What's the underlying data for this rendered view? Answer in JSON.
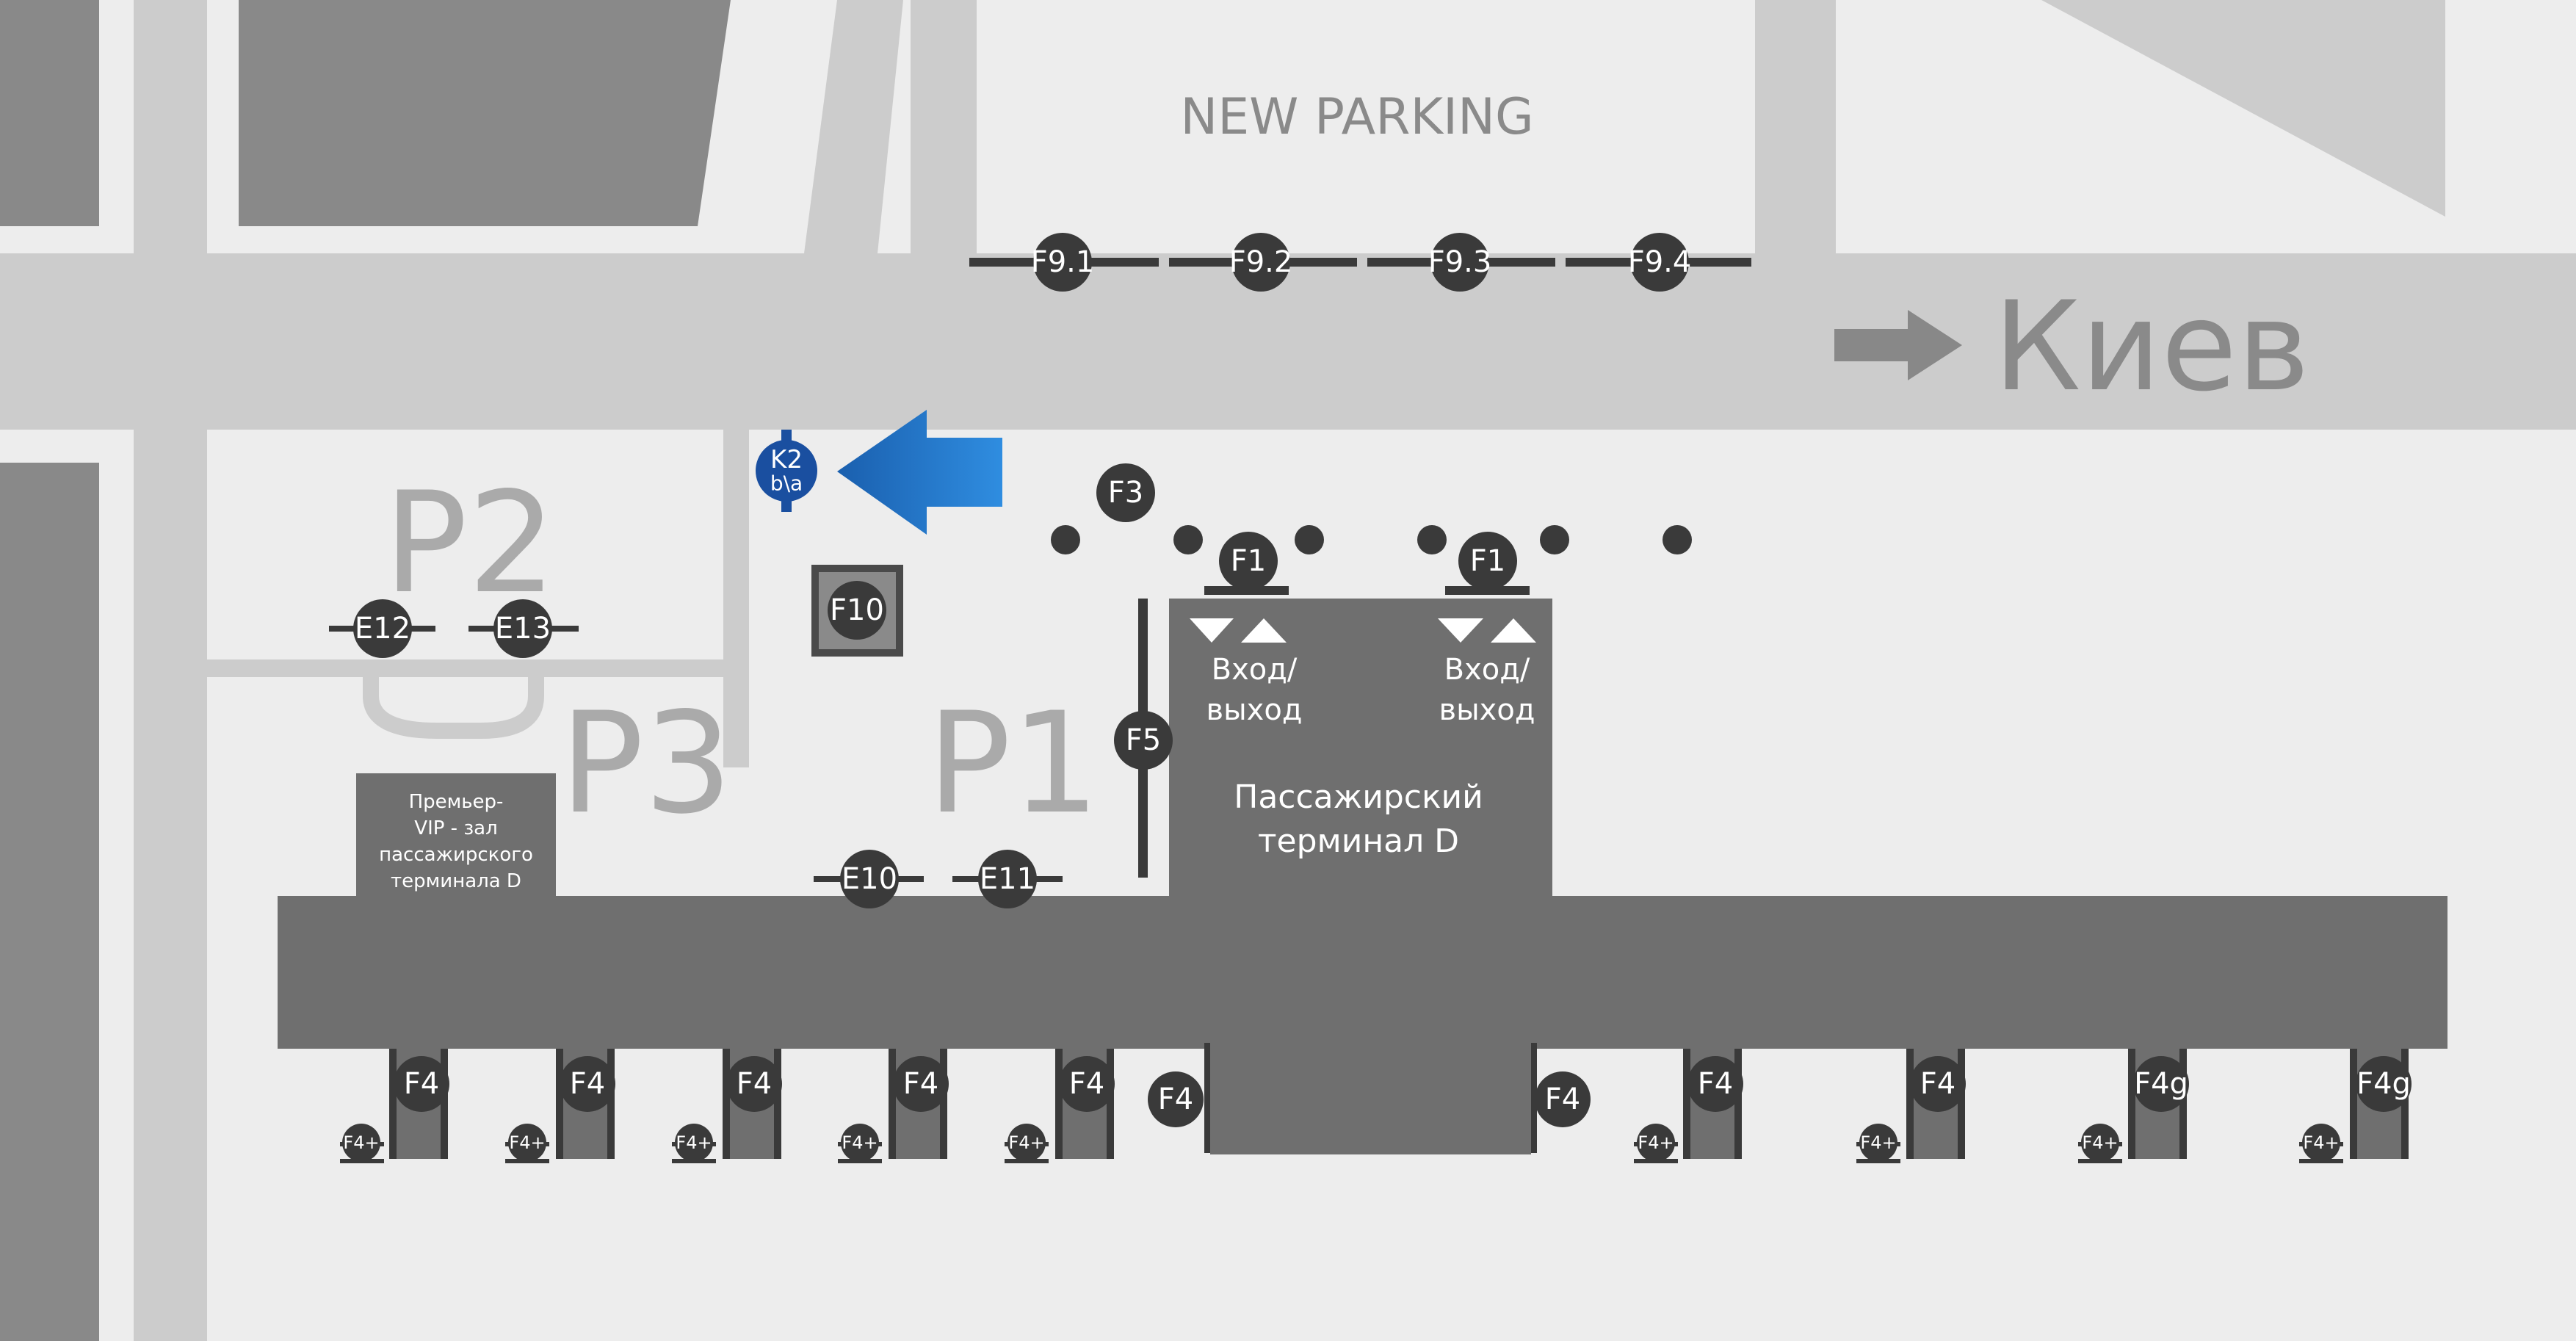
{
  "labels": {
    "new_parking": "NEW PARKING",
    "kiev": "Киев",
    "p1": "P1",
    "p2": "P2",
    "p3": "P3",
    "terminal_line1": "Пассажирский",
    "terminal_line2": "терминал D",
    "entrance_line1": "Вход/",
    "entrance_line2": "выход",
    "vip_line1": "Премьер-",
    "vip_line2": "VIP - зал",
    "vip_line3": "пассажирского",
    "vip_line4": "терминала D"
  },
  "stops": {
    "f9_1": "F9.1",
    "f9_2": "F9.2",
    "f9_3": "F9.3",
    "f9_4": "F9.4",
    "f3": "F3",
    "f1": "F1",
    "f10": "F10",
    "f5": "F5",
    "e12": "E12",
    "e13": "E13",
    "e10": "E10",
    "e11": "E11",
    "f4": "F4",
    "f4g": "F4g",
    "f4plus": "F4+",
    "k2_line1": "K2",
    "k2_line2": "b\\a"
  },
  "colors": {
    "background": "#ededed",
    "road": "#cccccc",
    "building": "#898989",
    "terminal": "#6f6f6f",
    "stop": "#3a3a3a",
    "accent": "#1e6fc4"
  }
}
